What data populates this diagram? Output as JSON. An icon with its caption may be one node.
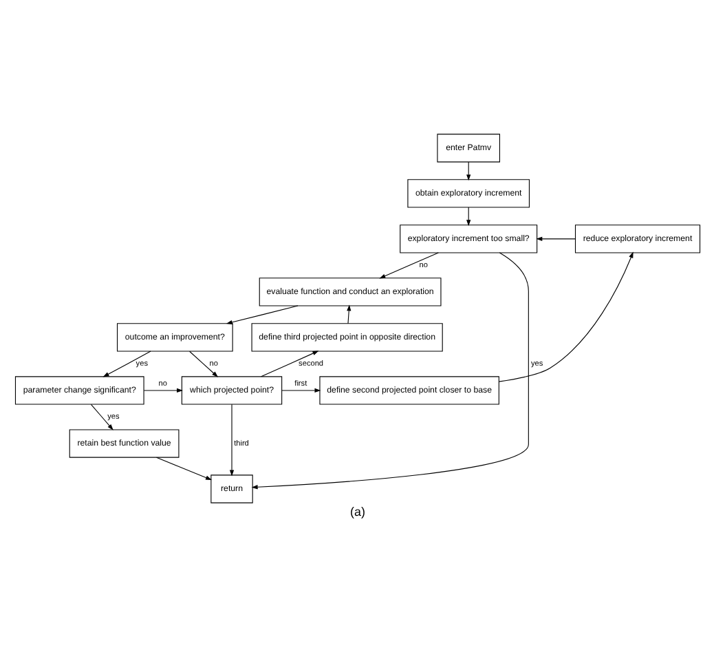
{
  "diagram": {
    "caption": "(a)",
    "nodes": [
      {
        "text": [
          "enter Patmv"
        ]
      },
      {
        "text": [
          "obtain exploratory increment"
        ]
      },
      {
        "text": [
          "exploratory increment too small?"
        ]
      },
      {
        "text": [
          "reduce exploratory increment"
        ]
      },
      {
        "text": [
          "evaluate function and conduct an exploration"
        ]
      },
      {
        "text": [
          "outcome an improvement?"
        ]
      },
      {
        "text": [
          "define third projected point in opposite direction"
        ]
      },
      {
        "text": [
          "which projected point?"
        ]
      },
      {
        "text": [
          "define second projected point closer to base"
        ]
      },
      {
        "text": [
          "parameter change significant?"
        ]
      },
      {
        "text": [
          "retain best function value"
        ]
      },
      {
        "text": [
          "return"
        ]
      }
    ],
    "edges": [
      {
        "from": 0,
        "to": 1,
        "arrow": "to"
      },
      {
        "from": 1,
        "to": 2,
        "arrow": "to"
      },
      {
        "from": 2,
        "to": 11,
        "arrow": "to",
        "label": "yes"
      },
      {
        "from": 2,
        "to": 4,
        "arrow": "to",
        "label": "no"
      },
      {
        "from": 4,
        "to": 5,
        "arrow": "to"
      },
      {
        "from": 5,
        "to": 9,
        "arrow": "to",
        "label": "yes"
      },
      {
        "from": 5,
        "to": 7,
        "arrow": "to",
        "label": "no"
      },
      {
        "from": 7,
        "to": 6,
        "arrow": "to",
        "label": "second"
      },
      {
        "from": 7,
        "to": 8,
        "arrow": "to",
        "label": "first"
      },
      {
        "from": 7,
        "to": 11,
        "arrow": "to",
        "label": "third"
      },
      {
        "from": 6,
        "to": 4,
        "arrow": "to"
      },
      {
        "from": 8,
        "to": 3,
        "arrow": "to"
      },
      {
        "from": 3,
        "to": 2,
        "arrow": "to"
      },
      {
        "from": 9,
        "to": 7,
        "arrow": "to",
        "label": "no"
      },
      {
        "from": 9,
        "to": 10,
        "arrow": "to",
        "label": "yes"
      },
      {
        "from": 10,
        "to": 11,
        "arrow": "to"
      }
    ]
  }
}
